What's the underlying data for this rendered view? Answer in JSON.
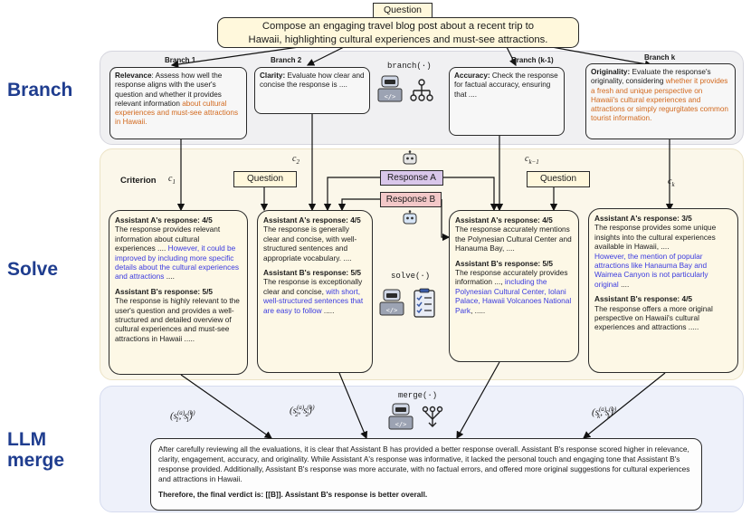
{
  "stages": {
    "branch": "Branch",
    "solve": "Solve",
    "merge_line1": "LLM",
    "merge_line2": "merge"
  },
  "question": {
    "label": "Question",
    "text_line1": "Compose an engaging travel blog post about a recent trip to",
    "text_line2": "Hawaii, highlighting cultural experiences and must-see attractions."
  },
  "branch_fn": "branch(·)",
  "solve_fn": "solve(·)",
  "merge_fn": "merge(·)",
  "branches": [
    {
      "label": "Branch 1",
      "title": "Relevance",
      "text": ": Assess how well the response aligns with the user's question and whether it provides relevant information ",
      "highlight": "about cultural experiences and must-see attractions in Hawaii."
    },
    {
      "label": "Branch 2",
      "title": "Clarity:",
      "text": " Evaluate how clear and concise the response is ....",
      "highlight": ""
    },
    {
      "label": "Branch (k-1)",
      "title": "Accuracy:",
      "text": " Check the response for factual accuracy, ensuring that ....",
      "highlight": ""
    },
    {
      "label": "Branch k",
      "title": "Originality:",
      "text": " Evaluate the response's originality, considering ",
      "highlight": "whether it provides a fresh and unique perspective on Hawaii's cultural experiences and attractions or simply regurgitates common tourist information."
    }
  ],
  "criterion_label": "Criterion",
  "criteria": {
    "c1": "c",
    "c1_sub": "1",
    "c2": "c",
    "c2_sub": "2",
    "ck1": "c",
    "ck1_sub": "k−1",
    "ck": "c",
    "ck_sub": "k"
  },
  "question_small": "Question",
  "response_a": "Response A",
  "response_b": "Response B",
  "solves": [
    {
      "a_head": "Assistant A's response: 4/5",
      "a_text": "The response provides relevant information about cultural experiences .... ",
      "a_hl": "However, it could be improved by including more specific details about the cultural experiences and attractions",
      "a_tail": " ....",
      "b_head": "Assistant B's response: 5/5",
      "b_text": "The response is highly relevant to the user's question and provides a well-structured and detailed overview of cultural experiences and must-see attractions in Hawaii .....",
      "b_hl": "",
      "b_tail": ""
    },
    {
      "a_head": "Assistant A's response: 4/5",
      "a_text": "The response is generally clear and concise, with well-structured sentences and appropriate vocabulary. ....",
      "a_hl": "",
      "a_tail": "",
      "b_head": "Assistant B's response: 5/5",
      "b_text": "The response is exceptionally clear and concise, ",
      "b_hl": "with short, well-structured sentences that are easy to follow",
      "b_tail": " ....."
    },
    {
      "a_head": "Assistant A's response: 4/5",
      "a_text": "The response accurately mentions the Polynesian Cultural Center and Hanauma Bay, ....",
      "a_hl": "",
      "a_tail": "",
      "b_head": "Assistant B's response: 5/5",
      "b_text": "The response accurately provides information ..., ",
      "b_hl": "including the Polynesian Cultural Center, Iolani Palace, Hawaii Volcanoes National Park",
      "b_tail": ", ....."
    },
    {
      "a_head": "Assistant A's response: 3/5",
      "a_text": "The response provides some unique insights into the cultural experiences available in Hawaii, ....",
      "a_hl": "However, the mention of popular attractions like Hanauma Bay and Waimea Canyon is not particularly original",
      "a_tail": " ....",
      "b_head": "Assistant B's response: 4/5",
      "b_text": "The response offers a more original perspective on Hawaii's cultural experiences and attractions .....",
      "b_hl": "",
      "b_tail": ""
    }
  ],
  "scores": [
    {
      "s": "s",
      "sub": "1",
      "pre": "(",
      "a": "(a)",
      "b": "(b)",
      "post": ")"
    },
    {
      "s": "s",
      "sub": "2",
      "pre": "(",
      "a": "(a)",
      "b": "(b)",
      "post": ")"
    },
    {
      "s": "s",
      "sub": "k",
      "pre": "(",
      "a": "(a)",
      "b": "(b)",
      "post": ")"
    }
  ],
  "merge_text": "After carefully reviewing all the evaluations, it is clear that Assistant B has provided a better response overall. Assistant B's response scored higher in relevance, clarity, engagement, accuracy, and originality. While Assistant A's response was informative, it lacked the personal touch and engaging tone that Assistant B's response provided. Additionally, Assistant B's response was more accurate, with no factual errors, and offered more original suggestions for cultural experiences and attractions in Hawaii.",
  "merge_verdict": "Therefore, the final verdict is: [[B]]. Assistant B's response is better overall.",
  "colors": {
    "question_bg": "#fff8dc",
    "response_a": "#d9c7ea",
    "response_b": "#f3c8c8",
    "stage_text": "#1f3d8f",
    "highlight_orange": "#d2691e",
    "highlight_blue": "#3a3adf"
  }
}
